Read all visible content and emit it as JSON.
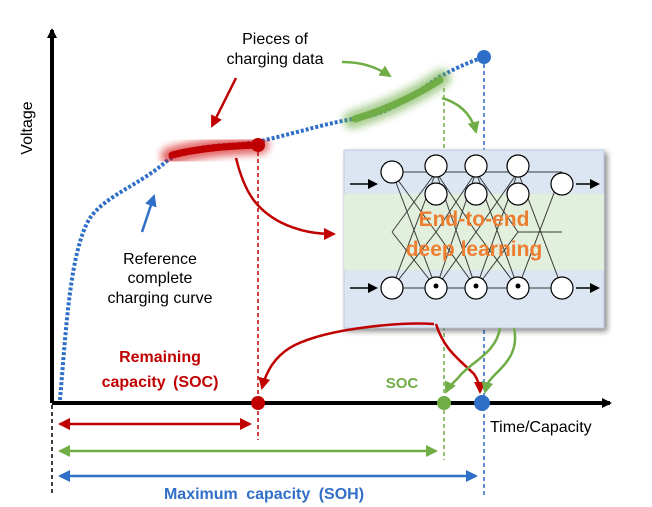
{
  "axes": {
    "y_label": "Voltage",
    "x_label": "Time/Capacity"
  },
  "annotations": {
    "pieces_line1": "Pieces of",
    "pieces_line2": "charging data",
    "reference_line1": "Reference",
    "reference_line2": "complete",
    "reference_line3": "charging curve",
    "remaining_line1": "Remaining",
    "remaining_line2": "capacity (SOC)",
    "soc_label": "SOC",
    "maximum_label": "Maximum capacity (SOH)"
  },
  "dl_box": {
    "title_line1": "End-to-end",
    "title_line2": "deep learning"
  },
  "colors": {
    "red": "#c00000",
    "green": "#70ad47",
    "blue": "#2f6fc7",
    "orange": "#ed7d31",
    "box_fill": "#dce6f2",
    "box_band": "#e2efd9"
  }
}
